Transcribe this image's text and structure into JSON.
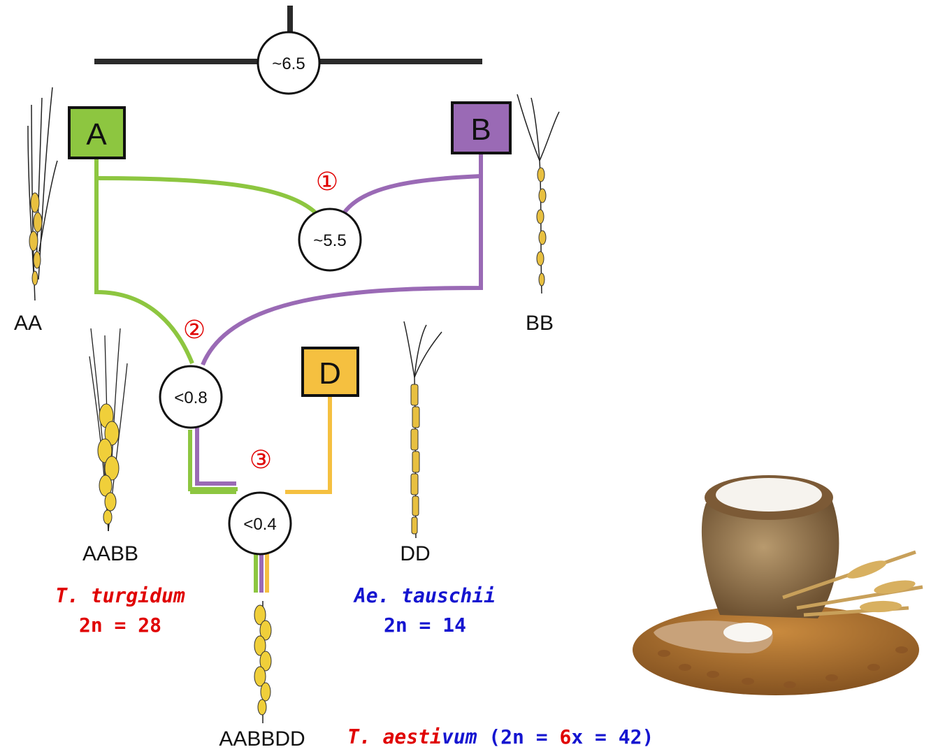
{
  "colors": {
    "A": "#8dc640",
    "B": "#9a6ab5",
    "D": "#f5c040",
    "ancestral": "#2a2a2a",
    "red": "#e00000",
    "blue": "#1515d0"
  },
  "nodes": {
    "root": "~6.5",
    "ab_split": "~5.5",
    "tetraploid": "<0.8",
    "hexaploid": "<0.4"
  },
  "genomes": {
    "A": "A",
    "B": "B",
    "D": "D"
  },
  "steps": [
    "①",
    "②",
    "③"
  ],
  "labels": {
    "AA": "AA",
    "BB": "BB",
    "AABB": "AABB",
    "DD": "DD",
    "AABBDD": "AABBDD"
  },
  "species": {
    "turgidum": {
      "name": "T. turgidum",
      "chrom": "2n = 28"
    },
    "tauschii": {
      "name": "Ae. tauschii",
      "chrom": "2n = 14"
    },
    "aestivum": {
      "name_a": "T. aesti",
      "name_b": "vum",
      "chrom_open": " (2n = ",
      "chrom_6": "6",
      "chrom_rest": "x = 42)"
    }
  }
}
